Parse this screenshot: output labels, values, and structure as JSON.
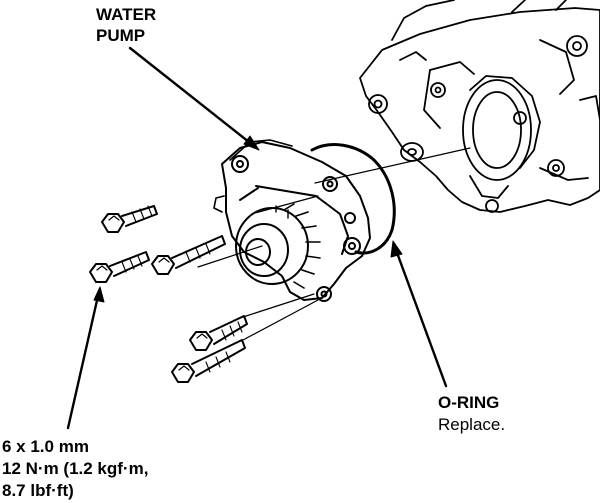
{
  "labels": {
    "water_pump_line1": "WATER",
    "water_pump_line2": "PUMP",
    "oring_title": "O-RING",
    "oring_note": "Replace.",
    "bolt_spec_line1": "6 x 1.0 mm",
    "bolt_spec_line2": "12 N·m (1.2 kgf·m,",
    "bolt_spec_line3": "8.7 lbf·ft)"
  },
  "colors": {
    "ink": "#000000",
    "paper": "#ffffff"
  }
}
